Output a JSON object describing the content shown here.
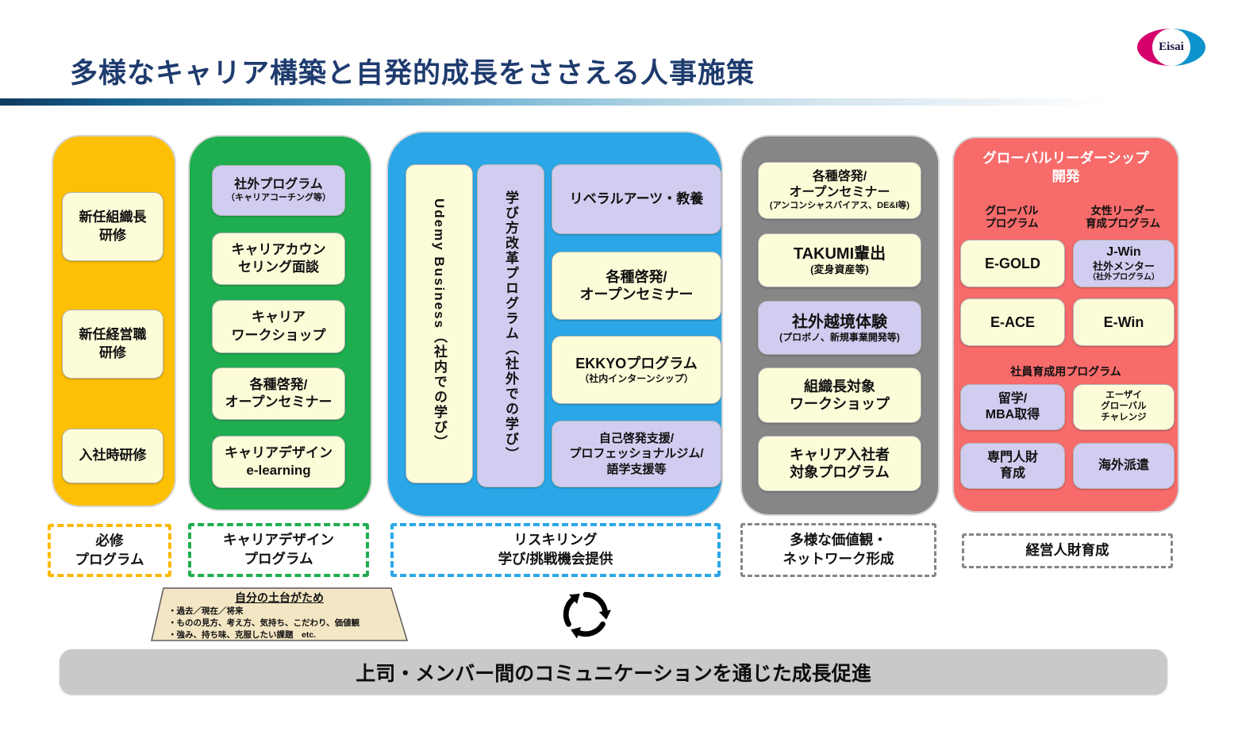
{
  "header": {
    "title": "多様なキャリア構築と自発的成長をささえる人事施策",
    "logo_text": "Eisai"
  },
  "colors": {
    "title_text": "#1E3B6E",
    "column_yellow": "#FDC004",
    "column_green": "#1FAE4F",
    "column_blue": "#2BA7E8",
    "column_gray": "#868686",
    "column_red": "#F76B6B",
    "box_cream": "#FDFCD9",
    "box_lavender": "#D0CDF0",
    "bottom_bar": "#C9C9C9",
    "foundation_fill": "#F3E6C4",
    "logo_pink": "#D5006C",
    "logo_blue": "#0F93CC"
  },
  "mandatory": {
    "label": {
      "lines": [
        "必修",
        "プログラム"
      ]
    },
    "boxes": [
      {
        "lines": [
          "新任組織長",
          "研修"
        ]
      },
      {
        "lines": [
          "新任経営職",
          "研修"
        ]
      },
      {
        "lines": [
          "入社時研修"
        ]
      }
    ]
  },
  "career": {
    "label": {
      "lines": [
        "キャリアデザイン",
        "プログラム"
      ]
    },
    "boxes": [
      {
        "main": "社外プログラム",
        "sub": "（キャリアコーチング等）"
      },
      {
        "lines": [
          "キャリアカウン",
          "セリング面談"
        ]
      },
      {
        "lines": [
          "キャリア",
          "ワークショップ"
        ]
      },
      {
        "lines": [
          "各種啓発/",
          "オープンセミナー"
        ]
      },
      {
        "lines": [
          "キャリアデザイン",
          "e-learning"
        ]
      }
    ]
  },
  "reskilling": {
    "label": {
      "lines": [
        "リスキリング",
        "学び/挑戦機会提供"
      ]
    },
    "vertical": [
      {
        "text": "Udemy Business（社内での学び）"
      },
      {
        "text": "学び方改革プログラム（社外での学び）"
      }
    ],
    "boxes": [
      {
        "lines": [
          "リベラルアーツ・教養"
        ]
      },
      {
        "lines": [
          "各種啓発/",
          "オープンセミナー"
        ]
      },
      {
        "main": "EKKYOプログラム",
        "sub": "（社内インターンシップ）"
      },
      {
        "lines": [
          "自己啓発支援/",
          "プロフェッショナルジム/",
          "語学支援等"
        ]
      }
    ]
  },
  "diversity": {
    "label": {
      "lines": [
        "多様な価値観・",
        "ネットワーク形成"
      ]
    },
    "boxes": [
      {
        "lines": [
          "各種啓発/",
          "オープンセミナー"
        ],
        "sub": "(アンコンシャスバイアス、DE&I等)"
      },
      {
        "main": "TAKUMI輩出",
        "sub": "(変身資産等)"
      },
      {
        "main": "社外越境体験",
        "sub": "(プロボノ、新規事業開発等)"
      },
      {
        "lines": [
          "組織長対象",
          "ワークショップ"
        ]
      },
      {
        "lines": [
          "キャリア入社者",
          "対象プログラム"
        ]
      }
    ]
  },
  "leadership": {
    "label": {
      "lines": [
        "経営人財育成"
      ]
    },
    "header": [
      "グローバルリーダーシップ",
      "開発"
    ],
    "sub_global": [
      "グローバル",
      "プログラム"
    ],
    "sub_women": [
      "女性リーダー",
      "育成プログラム"
    ],
    "sub_employee": "社員育成用プログラム",
    "boxes": {
      "e_gold": "E-GOLD",
      "j_win": [
        "J-Win",
        "社外メンター",
        "（社外プログラム）"
      ],
      "e_ace": "E-ACE",
      "e_win": "E-Win",
      "mba": [
        "留学/",
        "MBA取得"
      ],
      "global_challenge": [
        "エーザイ",
        "グローバル",
        "チャレンジ"
      ],
      "specialist": [
        "専門人財",
        "育成"
      ],
      "overseas": "海外派遣"
    }
  },
  "foundation": {
    "title": "自分の土台がため",
    "bullets": [
      "・過去／現在／将来",
      "・ものの見方、考え方、気持ち、こだわり、価値観",
      "・強み、持ち味、克服したい課題　etc."
    ]
  },
  "bottom_bar": {
    "text": "上司・メンバー間のコミュニケーションを通じた成長促進"
  }
}
